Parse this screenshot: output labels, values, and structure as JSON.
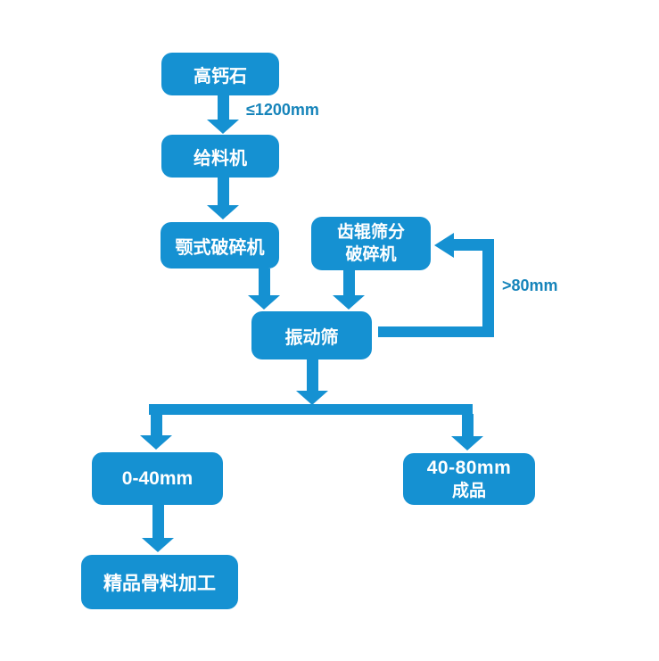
{
  "diagram": {
    "colors": {
      "node_fill": "#1591d2",
      "node_text": "#ffffff",
      "edge_label": "#1684ba",
      "background": "#ffffff"
    },
    "nodes": {
      "source": {
        "label": "高钙石"
      },
      "feeder": {
        "label": "给料机"
      },
      "jaw_crusher": {
        "label": "颚式破碎机"
      },
      "roller_crusher": {
        "label_line1": "齿辊筛分",
        "label_line2": "破碎机"
      },
      "vibrating_screen": {
        "label": "振动筛"
      },
      "product_0_40": {
        "label": "0-40mm"
      },
      "product_40_80": {
        "label_line1": "40-80mm",
        "label_line2": "成品"
      },
      "aggregate": {
        "label": "精品骨料加工"
      }
    },
    "edge_labels": {
      "max_feed": "≤1200mm",
      "oversize": ">80mm"
    }
  }
}
